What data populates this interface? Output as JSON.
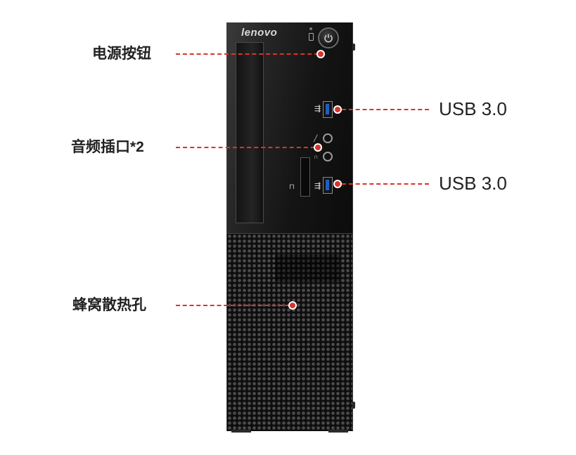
{
  "brand": {
    "logo_text": "lenovo"
  },
  "callouts": {
    "power_button": "电源按钮",
    "audio_ports": "音频插口*2",
    "vents": "蜂窝散热孔",
    "usb_top": "USB 3.0",
    "usb_bottom": "USB 3.0"
  },
  "icons": {
    "power": "power-icon",
    "usb": "usb-icon",
    "headphone": "headphone-icon",
    "microphone": "microphone-icon",
    "card": "card-reader-icon",
    "hdd": "hdd-led-icon"
  },
  "colors": {
    "callout_accent": "#d9342b",
    "tower_body": "#1a1a1a",
    "usb3_blue": "#1f5fbf"
  }
}
